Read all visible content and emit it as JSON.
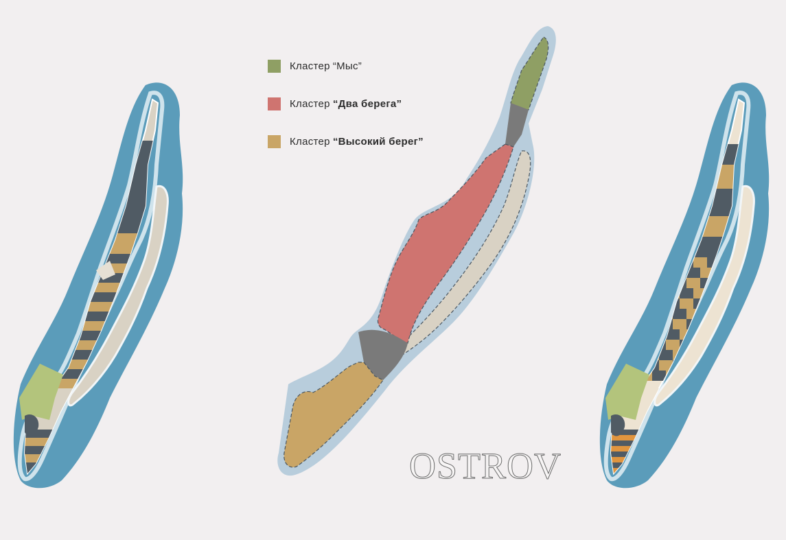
{
  "legend": {
    "items": [
      {
        "prefix": "Кластер",
        "name": "“Мыс”",
        "color": "#8f9f64"
      },
      {
        "prefix": "Кластер",
        "name": "“Два берега”",
        "color": "#cf7470"
      },
      {
        "prefix": "Кластер",
        "name": "“Высокий берег”",
        "color": "#c9a566"
      }
    ]
  },
  "brand": {
    "title": "OSTROV"
  },
  "colors": {
    "background": "#f2eff0",
    "water": "#5b9cba",
    "halo": "#b8cddc",
    "sand": "#d9d2c4",
    "sand_light": "#ede3d2",
    "dark_block": "#505b64",
    "gray": "#7a7a7a",
    "green_light": "#b3c47c",
    "cluster_cape": "#8f9f64",
    "cluster_two_shores": "#cf7470",
    "cluster_high_shore": "#c9a566"
  }
}
